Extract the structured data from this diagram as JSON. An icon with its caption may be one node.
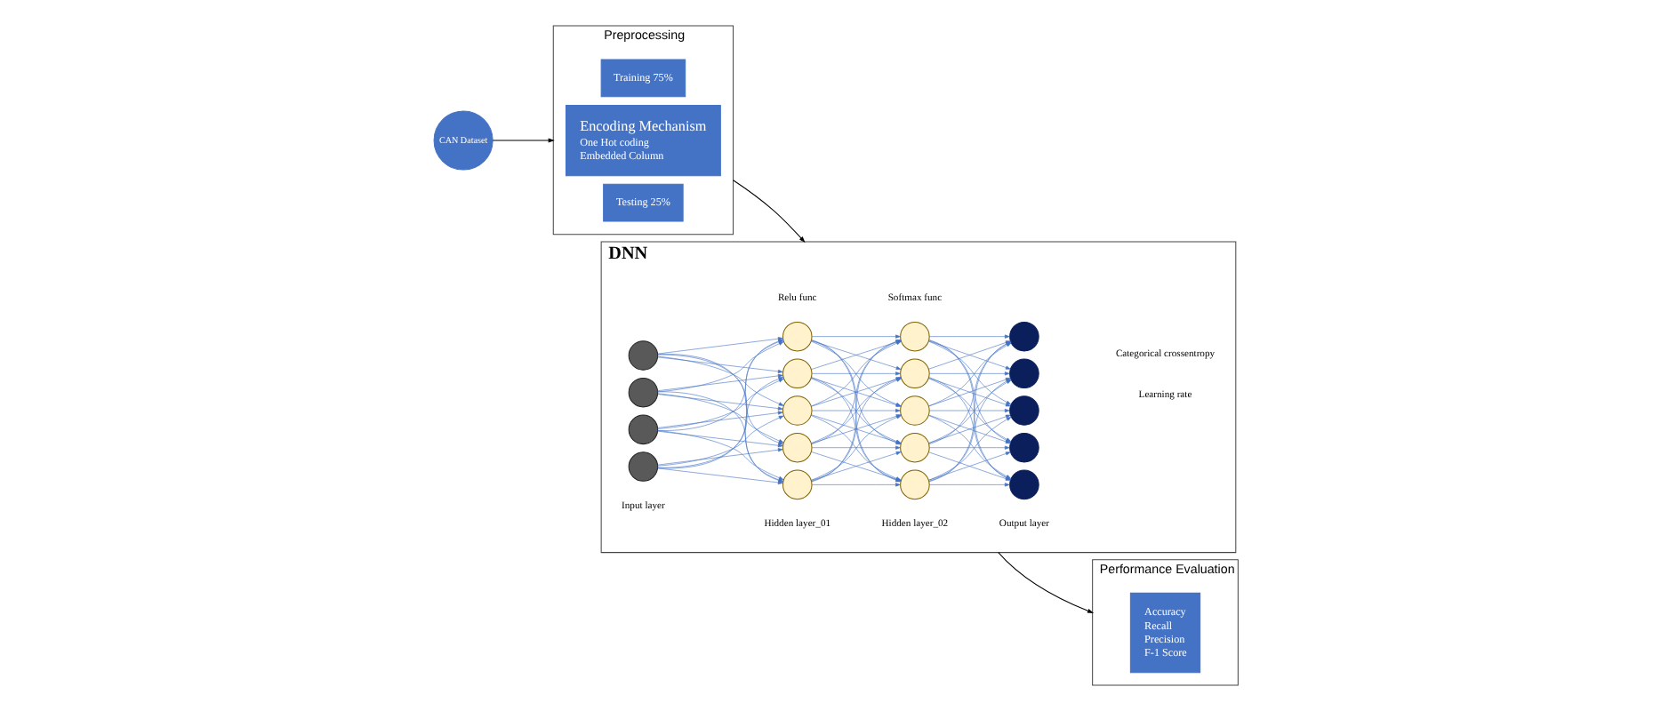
{
  "diagram": {
    "nodes": [
      {
        "text": [
          "CAN Dataset"
        ]
      },
      {
        "text": [
          "Preprocessing"
        ]
      },
      {
        "text": [
          "Training 75%"
        ],
        "in": 1
      },
      {
        "text": [
          "Encoding Mechanism",
          "One Hot coding",
          "Embedded Column"
        ],
        "in": 1
      },
      {
        "text": [
          "Testing 25%"
        ],
        "in": 1
      },
      {
        "text": [
          "DNN"
        ]
      },
      {
        "text": [],
        "shape": "circle",
        "in": 5
      },
      {
        "text": [],
        "shape": "circle",
        "in": 5
      },
      {
        "text": [],
        "shape": "circle",
        "in": 5
      },
      {
        "text": [],
        "shape": "circle",
        "in": 5
      },
      {
        "text": [],
        "shape": "circle",
        "in": 5
      },
      {
        "text": [],
        "shape": "circle",
        "in": 5
      },
      {
        "text": [],
        "shape": "circle",
        "in": 5
      },
      {
        "text": [],
        "shape": "circle",
        "in": 5
      },
      {
        "text": [],
        "shape": "circle",
        "in": 5
      },
      {
        "text": [],
        "shape": "circle",
        "in": 5
      },
      {
        "text": [],
        "shape": "circle",
        "in": 5
      },
      {
        "text": [],
        "shape": "circle",
        "in": 5
      },
      {
        "text": [],
        "shape": "circle",
        "in": 5
      },
      {
        "text": [],
        "shape": "circle",
        "in": 5
      },
      {
        "text": [],
        "shape": "circle",
        "in": 5
      },
      {
        "text": [],
        "shape": "circle",
        "in": 5
      },
      {
        "text": [],
        "shape": "circle",
        "in": 5
      },
      {
        "text": [],
        "shape": "circle",
        "in": 5
      },
      {
        "text": [],
        "shape": "circle",
        "in": 5
      },
      {
        "text": [
          "Performance Evaluation"
        ]
      },
      {
        "text": [
          "Accuracy",
          "Recall",
          "Precision",
          "F-1 Score"
        ],
        "in": 25
      }
    ],
    "edges": [
      {
        "from": 0,
        "to": 1,
        "arrow": "to",
        "color": "#000000"
      },
      {
        "from": 1,
        "to": 5,
        "arrow": "to",
        "color": "#000000"
      },
      {
        "from": 5,
        "to": 25,
        "arrow": "to",
        "color": "#000000"
      },
      {
        "from": 6,
        "to": 10,
        "arrow": "to"
      },
      {
        "from": 6,
        "to": 11,
        "arrow": "to"
      },
      {
        "from": 6,
        "to": 12,
        "arrow": "to"
      },
      {
        "from": 6,
        "to": 13,
        "arrow": "to"
      },
      {
        "from": 6,
        "to": 14,
        "arrow": "to"
      },
      {
        "from": 7,
        "to": 10,
        "arrow": "to"
      },
      {
        "from": 7,
        "to": 11,
        "arrow": "to"
      },
      {
        "from": 7,
        "to": 12,
        "arrow": "to"
      },
      {
        "from": 7,
        "to": 13,
        "arrow": "to"
      },
      {
        "from": 7,
        "to": 14,
        "arrow": "to"
      },
      {
        "from": 8,
        "to": 10,
        "arrow": "to"
      },
      {
        "from": 8,
        "to": 11,
        "arrow": "to"
      },
      {
        "from": 8,
        "to": 12,
        "arrow": "to"
      },
      {
        "from": 8,
        "to": 13,
        "arrow": "to"
      },
      {
        "from": 8,
        "to": 14,
        "arrow": "to"
      },
      {
        "from": 9,
        "to": 10,
        "arrow": "to"
      },
      {
        "from": 9,
        "to": 11,
        "arrow": "to"
      },
      {
        "from": 9,
        "to": 12,
        "arrow": "to"
      },
      {
        "from": 9,
        "to": 13,
        "arrow": "to"
      },
      {
        "from": 9,
        "to": 14,
        "arrow": "to"
      },
      {
        "from": 10,
        "to": 15,
        "arrow": "to"
      },
      {
        "from": 10,
        "to": 16,
        "arrow": "to"
      },
      {
        "from": 10,
        "to": 17,
        "arrow": "to"
      },
      {
        "from": 10,
        "to": 18,
        "arrow": "to"
      },
      {
        "from": 10,
        "to": 19,
        "arrow": "to"
      },
      {
        "from": 11,
        "to": 15,
        "arrow": "to"
      },
      {
        "from": 11,
        "to": 16,
        "arrow": "to"
      },
      {
        "from": 11,
        "to": 17,
        "arrow": "to"
      },
      {
        "from": 11,
        "to": 18,
        "arrow": "to"
      },
      {
        "from": 11,
        "to": 19,
        "arrow": "to"
      },
      {
        "from": 12,
        "to": 15,
        "arrow": "to"
      },
      {
        "from": 12,
        "to": 16,
        "arrow": "to"
      },
      {
        "from": 12,
        "to": 17,
        "arrow": "to"
      },
      {
        "from": 12,
        "to": 18,
        "arrow": "to"
      },
      {
        "from": 12,
        "to": 19,
        "arrow": "to"
      },
      {
        "from": 13,
        "to": 15,
        "arrow": "to"
      },
      {
        "from": 13,
        "to": 16,
        "arrow": "to"
      },
      {
        "from": 13,
        "to": 17,
        "arrow": "to"
      },
      {
        "from": 13,
        "to": 18,
        "arrow": "to"
      },
      {
        "from": 13,
        "to": 19,
        "arrow": "to"
      },
      {
        "from": 14,
        "to": 15,
        "arrow": "to"
      },
      {
        "from": 14,
        "to": 16,
        "arrow": "to"
      },
      {
        "from": 14,
        "to": 17,
        "arrow": "to"
      },
      {
        "from": 14,
        "to": 18,
        "arrow": "to"
      },
      {
        "from": 14,
        "to": 19,
        "arrow": "to"
      },
      {
        "from": 15,
        "to": 20,
        "arrow": "to"
      },
      {
        "from": 15,
        "to": 21,
        "arrow": "to"
      },
      {
        "from": 15,
        "to": 22,
        "arrow": "to"
      },
      {
        "from": 15,
        "to": 23,
        "arrow": "to"
      },
      {
        "from": 15,
        "to": 24,
        "arrow": "to"
      },
      {
        "from": 16,
        "to": 20,
        "arrow": "to"
      },
      {
        "from": 16,
        "to": 21,
        "arrow": "to"
      },
      {
        "from": 16,
        "to": 22,
        "arrow": "to"
      },
      {
        "from": 16,
        "to": 23,
        "arrow": "to"
      },
      {
        "from": 16,
        "to": 24,
        "arrow": "to"
      },
      {
        "from": 17,
        "to": 20,
        "arrow": "to"
      },
      {
        "from": 17,
        "to": 21,
        "arrow": "to"
      },
      {
        "from": 17,
        "to": 22,
        "arrow": "to"
      },
      {
        "from": 17,
        "to": 23,
        "arrow": "to"
      },
      {
        "from": 17,
        "to": 24,
        "arrow": "to"
      },
      {
        "from": 18,
        "to": 20,
        "arrow": "to"
      },
      {
        "from": 18,
        "to": 21,
        "arrow": "to"
      },
      {
        "from": 18,
        "to": 22,
        "arrow": "to"
      },
      {
        "from": 18,
        "to": 23,
        "arrow": "to"
      },
      {
        "from": 18,
        "to": 24,
        "arrow": "to"
      },
      {
        "from": 19,
        "to": 20,
        "arrow": "to"
      },
      {
        "from": 19,
        "to": 21,
        "arrow": "to"
      },
      {
        "from": 19,
        "to": 22,
        "arrow": "to"
      },
      {
        "from": 19,
        "to": 23,
        "arrow": "to"
      },
      {
        "from": 19,
        "to": 24,
        "arrow": "to"
      }
    ],
    "labels": [
      "Relu func",
      "Softmax func",
      "Input layer",
      "Hidden layer_01",
      "Hidden layer_02",
      "Output layer",
      "Learning rate",
      "Categorical crossentropy"
    ]
  }
}
